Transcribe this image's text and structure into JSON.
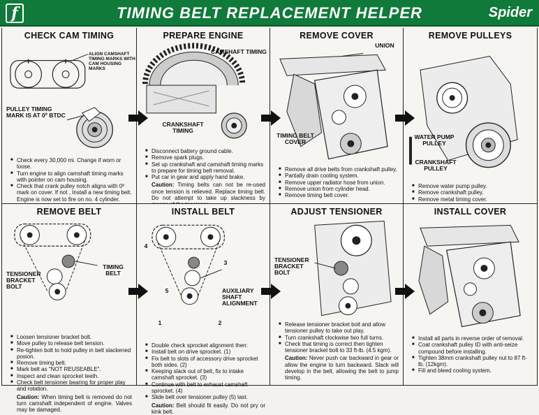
{
  "header": {
    "logo": "f",
    "title": "TIMING BELT REPLACEMENT HELPER",
    "model": "Spider",
    "bg": "#0f7a3a"
  },
  "panels": [
    {
      "title": "CHECK CAM TIMING",
      "labels": {
        "align": "ALIGN CAMSHAFT TIMING MARKS WITH CAM HOUSING MARKS",
        "pulley": "PULLEY TIMING MARK IS AT 0º BTDC"
      },
      "bullets": [
        "Check every 30,000 mi. Change if worn or loose.",
        "Turn engine to align camshaft timing marks with pointer on cam housing.",
        "Check that crank pulley notch aligns with 0º mark on cover. If not , Install a new timing belt. Engine is now set to fire on no. 4 cylinder."
      ]
    },
    {
      "title": "PREPARE ENGINE",
      "labels": {
        "cam": "CAMSHAFT TIMING",
        "crank": "CRANKSHAFT TIMING"
      },
      "bullets": [
        "Disconnect battery ground cable.",
        "Remove spark plugs.",
        "Set up crankshaft and camshaft timing marks to prepare for timing belt removal.",
        "Put car in gear and apply hand brake."
      ],
      "caution_label": "Caution:",
      "caution": " Timing belts can not be re-used once tension is relieved. Replace timing belt. Do not attempt to take up slackness by means of the tensioner."
    },
    {
      "title": "REMOVE COVER",
      "labels": {
        "union": "UNION",
        "cover": "TIMING BELT COVER"
      },
      "bullets": [
        "Remove all drive belts from crankshaft pulley.",
        "Partially drain cooling system.",
        "Remove upper radiator hose from union.",
        "Remove union from cylinder head.",
        "Remove timing belt cover."
      ]
    },
    {
      "title": "REMOVE PULLEYS",
      "labels": {
        "water": "WATER PUMP PULLEY",
        "crank": "CRANKSHAFT PULLEY"
      },
      "bullets": [
        "Remove water pump pulley.",
        "Remove crankshaft pulley.",
        "Remove metal timing cover."
      ]
    },
    {
      "title": "REMOVE BELT",
      "labels": {
        "timing": "TIMING BELT",
        "tensioner": "TENSIONER BRACKET BOLT"
      },
      "bullets": [
        "Loosen tensioner bracket bolt.",
        "Move pulley to release belt tension.",
        "Re-tighten bolt to hold pulley in belt slackened posion.",
        "Remove timing belt.",
        "Mark belt as \"NOT REUSEABLE\".",
        "Inspect and clean sprocket teeth.",
        "Check belt tensioner bearing for proper play and rotation."
      ],
      "caution_label": "Caution:",
      "caution": " When timing belt is removed do not turn camshaft independent of engine. Valves may be damaged."
    },
    {
      "title": "INSTALL BELT",
      "labels": {
        "aux": "AUXILIARY SHAFT ALIGNMENT",
        "n1": "1",
        "n2": "2",
        "n3": "3",
        "n4": "4",
        "n5": "5"
      },
      "bullets": [
        "Double check sprocket alignment then:",
        "Install belt on drive sprocket. (1)",
        "Fix belt to slots of accessory drive sprocket both sides. (2)",
        "Keeping slack out of belt, fix to intake camshaft sprocket. (3)",
        "Continue with belt to exhaust camshaft sprocket. (4)",
        "Slide belt over tensioner pulley (5) last."
      ],
      "caution_label": "Caution:",
      "caution": " Belt should fit easily. Do not pry or kink belt."
    },
    {
      "title": "ADJUST TENSIONER",
      "labels": {
        "tensioner": "TENSIONER BRACKET BOLT"
      },
      "bullets": [
        "Release tensioner bracket bolt and allow tensioner pulley to take out play.",
        "Turn crankshaft clockwise two full turns.",
        "Check that timing is correct then tighten tensioner bracket bolt to 33 ft-lb. (4.5 kgm)."
      ],
      "caution_label": "Caution:",
      "caution": " Never push car backward in gear or allow the engine to turn backward. Slack will develop in the belt, allowing the belt to jump timing."
    },
    {
      "title": "INSTALL COVER",
      "bullets": [
        "Install all parts in reverse order of removal.",
        "Coat crankshaft pulley ID with anti-seize compound before installing.",
        "Tighten 38mm crankshaft pulley nut to 87 ft-lb. (12kgm).",
        "Fill and bleed cooling system."
      ]
    }
  ]
}
